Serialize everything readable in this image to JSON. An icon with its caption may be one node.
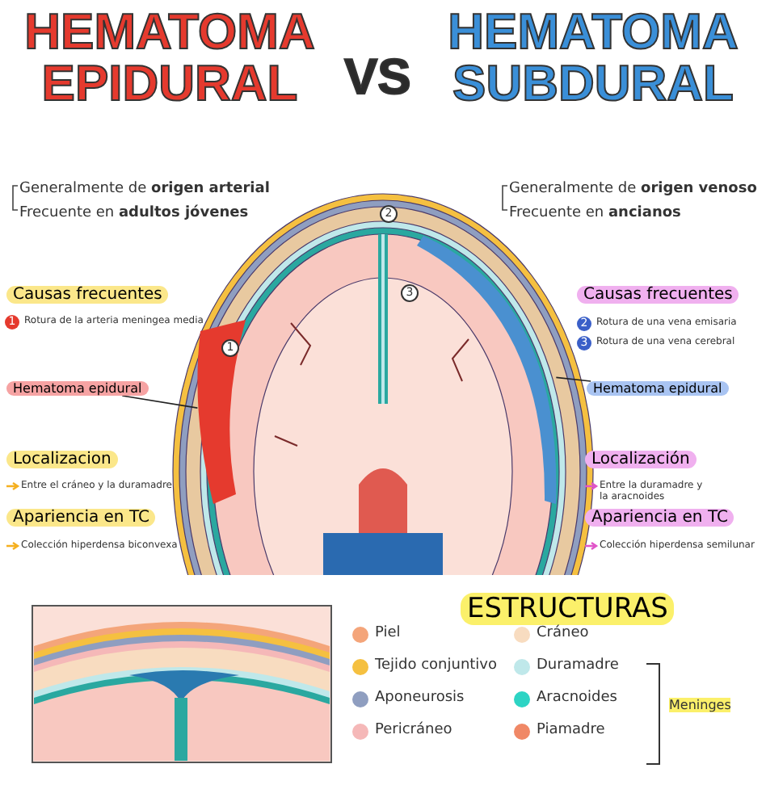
{
  "diagram": {
    "nodes": [
      {
        "text": [
          "Hematoma epidural"
        ]
      },
      {
        "text": [
          "Hematoma epidural"
        ]
      },
      {
        "text": [],
        "shape": "picture"
      },
      {
        "text": [],
        "shape": "picture"
      }
    ],
    "edges": [
      {
        "from": 0,
        "to": 2,
        "arrow": "none"
      },
      {
        "from": 1,
        "to": 3,
        "arrow": "none"
      }
    ],
    "labels": [
      "HEMATOMA EPIDURAL",
      "VS",
      "HEMATOMA SUBDURAL",
      "Generalmente de **origen arterial**",
      "Frecuente en **adultos jóvenes**",
      "Generalmente de **origen venoso**",
      "Frecuente en **ancianos**",
      "Causas frecuentes",
      "1",
      "Rotura de la arteria meningea media",
      "Causas frecuentes",
      "2",
      "Rotura de una vena emisaria",
      "3",
      "Rotura de una vena cerebral",
      "Localizacion",
      "Entre el cráneo y la duramadre",
      "Apariencia en TC",
      "Colección hiperdensa biconvexa",
      "Localización",
      "Entre la duramadre y la aracnoides",
      "Apariencia en TC",
      "Colección hiperdensa semilunar",
      "ESTRUCTURAS",
      "Meninges",
      "1",
      "2",
      "3"
    ],
    "legend": [
      {
        "text": "Piel",
        "color": "#f4a57a"
      },
      {
        "text": "Cráneo",
        "color": "#f8dcc0"
      },
      {
        "text": "Tejido conjuntivo",
        "color": "#f5c040"
      },
      {
        "text": "Duramadre",
        "color": "#bfe8ea"
      },
      {
        "text": "Aponeurosis",
        "color": "#8f9ec0"
      },
      {
        "text": "Aracnoides",
        "color": "#2dd4c4"
      },
      {
        "text": "Pericráneo",
        "color": "#f5b8b8"
      },
      {
        "text": "Piamadre",
        "color": "#f08866"
      }
    ]
  }
}
